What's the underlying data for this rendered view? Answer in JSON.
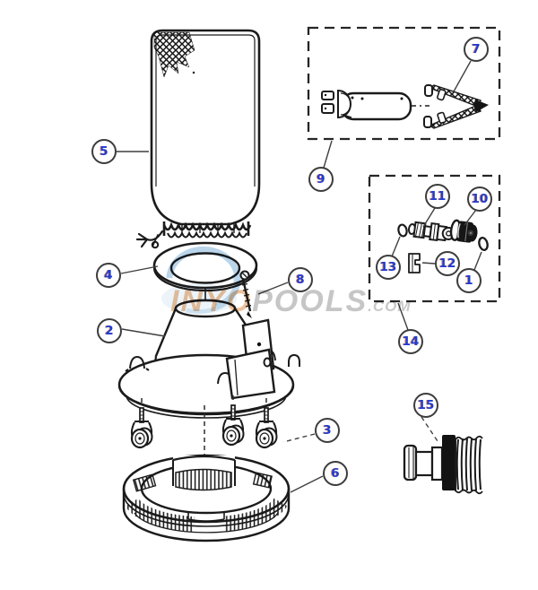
{
  "callouts": {
    "c1": "1",
    "c2": "2",
    "c3": "3",
    "c4": "4",
    "c5": "5",
    "c6": "6",
    "c7": "7",
    "c8": "8",
    "c9": "9",
    "c10": "10",
    "c11": "11",
    "c12": "12",
    "c13": "13",
    "c14": "14",
    "c15": "15"
  },
  "watermark": {
    "brand_primary": "INYO",
    "brand_secondary": "POOLS",
    "domain_suffix": ".COM"
  },
  "colors": {
    "background": "#ffffff",
    "line_art": "#1b1b1b",
    "callout_number": "#1e3cd6",
    "callout_number_fringe": "#ce5f1e",
    "callout_border": "#3c3c3c",
    "dashed_box": "#262626",
    "watermark_primary": "#eec29c",
    "watermark_secondary": "#c6c6c6",
    "watermark_swirl": "#a9cbe4"
  }
}
